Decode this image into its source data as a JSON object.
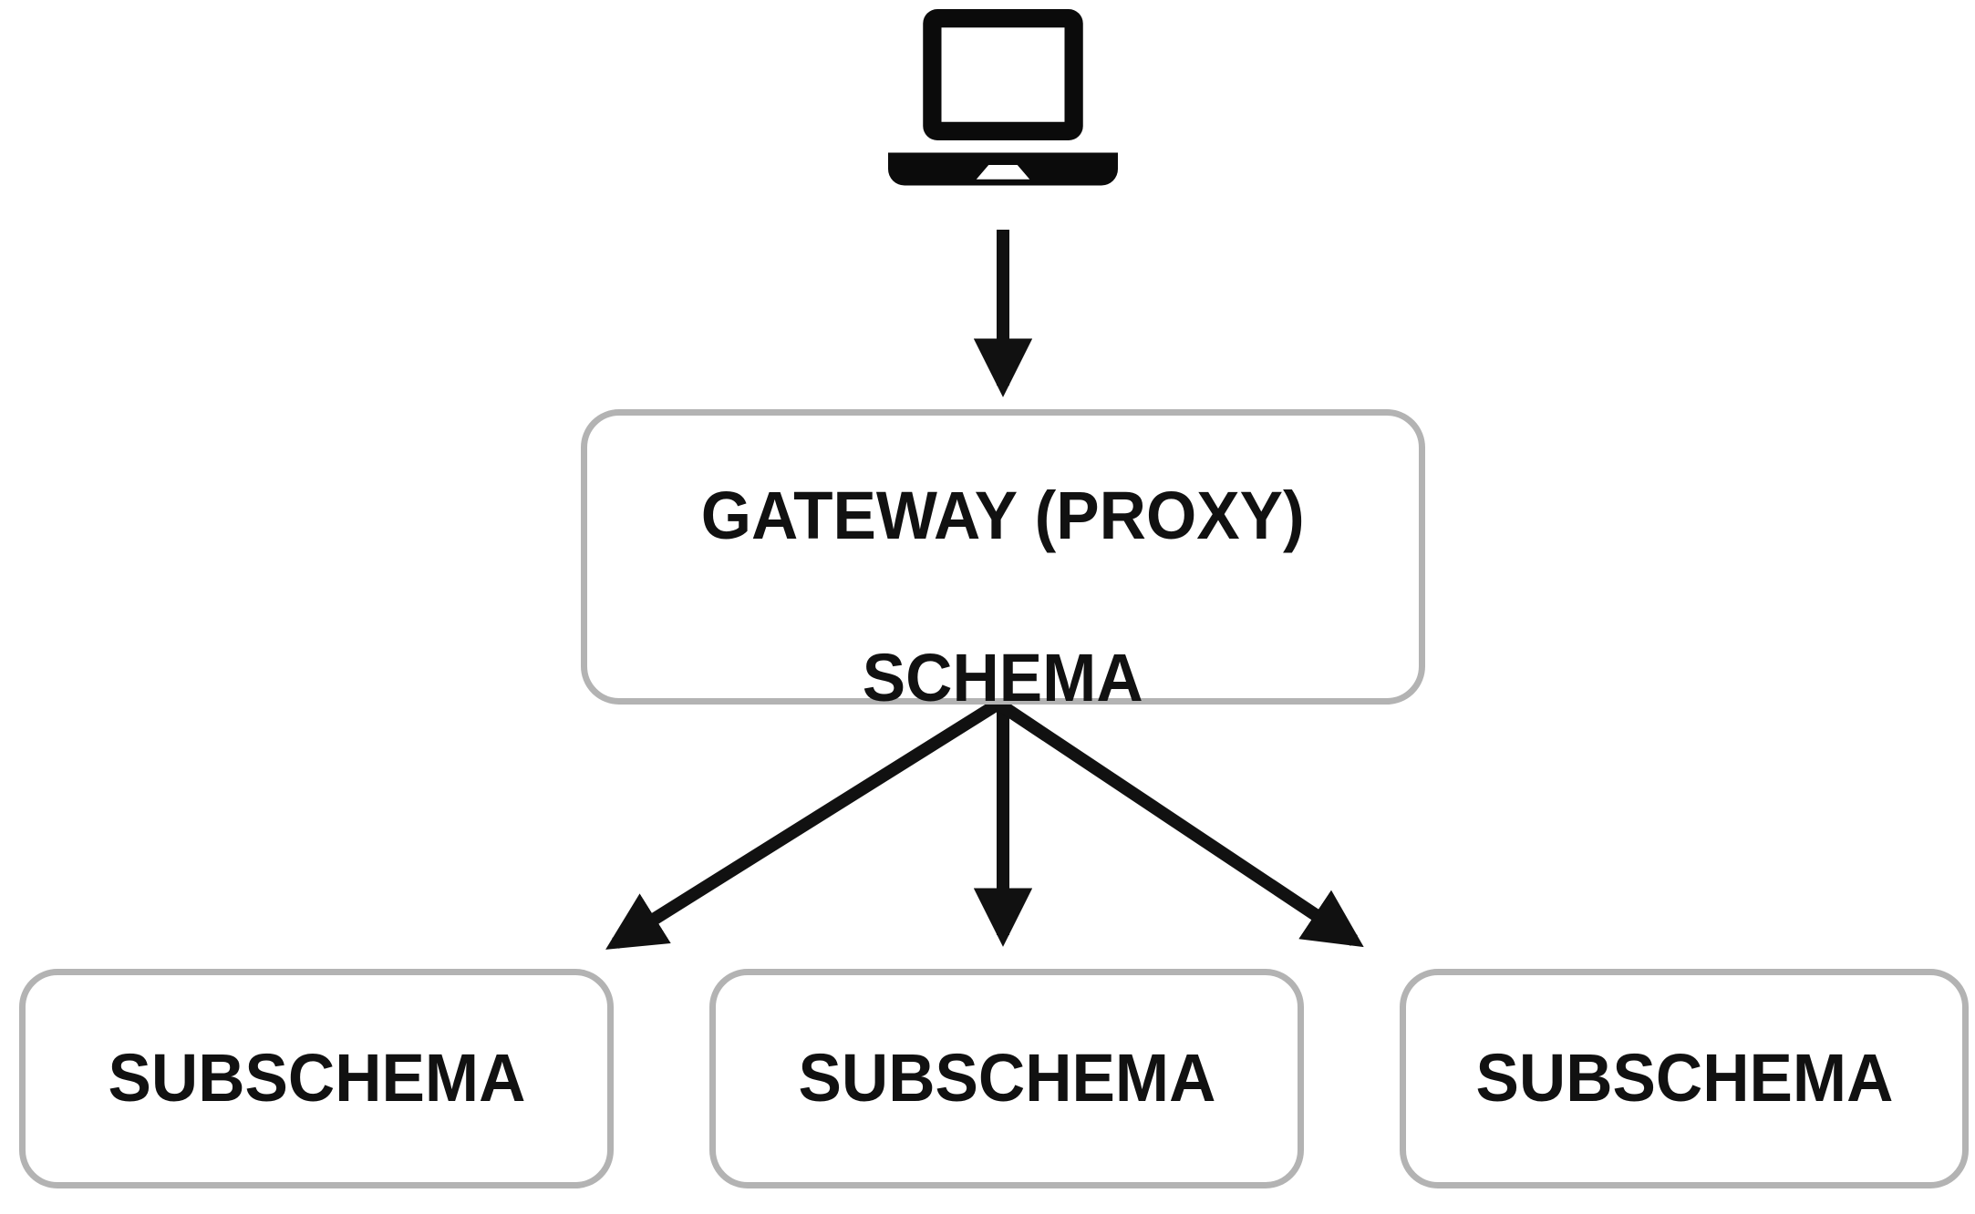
{
  "diagram": {
    "client": {
      "icon": "laptop-icon"
    },
    "gateway": {
      "label_line1": "GATEWAY (PROXY)",
      "label_line2": "SCHEMA"
    },
    "subschemas": [
      {
        "label": "SUBSCHEMA"
      },
      {
        "label": "SUBSCHEMA"
      },
      {
        "label": "SUBSCHEMA"
      }
    ],
    "edges": [
      {
        "from": "client",
        "to": "gateway-schema"
      },
      {
        "from": "gateway-schema",
        "to": "subschema-1"
      },
      {
        "from": "gateway-schema",
        "to": "subschema-2"
      },
      {
        "from": "gateway-schema",
        "to": "subschema-3"
      }
    ],
    "colors": {
      "background": "#ffffff",
      "node_border": "#b3b3b3",
      "text": "#111111",
      "arrow": "#111111"
    }
  }
}
